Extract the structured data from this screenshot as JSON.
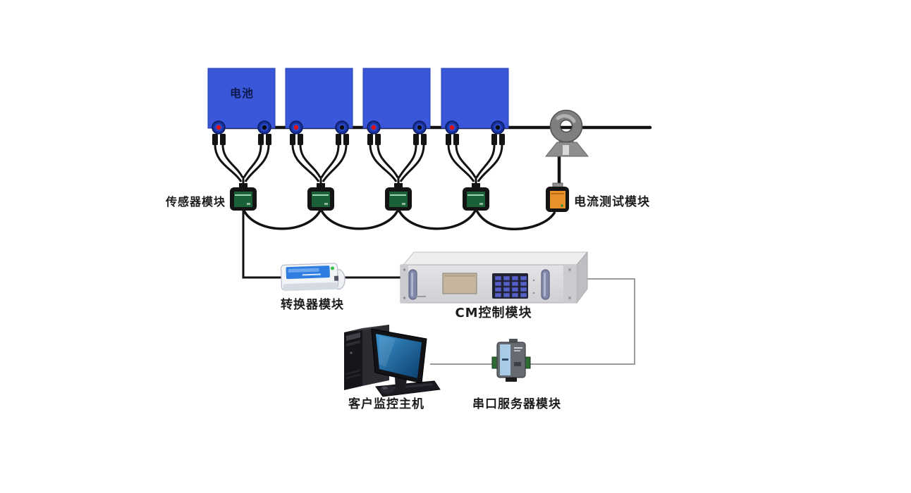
{
  "labels": {
    "battery": "电池",
    "sensor_module": "传感器模块",
    "current_module": "电流测试模块",
    "converter": "转换器模块",
    "cm_control": "CM控制模块",
    "computer": "客户监控主机",
    "serial_server": "串口服务器模块"
  },
  "structure": {
    "battery_count": 4,
    "sensor_module_count": 4,
    "signal_flow": [
      "电池",
      "传感器模块",
      "转换器模块",
      "CM控制模块",
      "串口服务器模块",
      "客户监控主机"
    ],
    "current_branch": [
      "电流测试模块",
      "传感器模块链"
    ],
    "power_bus": "电池串联母线穿过电流互感器"
  },
  "icons": {
    "battery": "blue-square-device",
    "sensor_module": "green-chip-module",
    "current_transformer": "gray-ring-ct",
    "current_module": "orange-chip-module",
    "converter": "white-blue-converter-box",
    "cm_control": "rack-controller-with-lcd-keypad",
    "serial_server": "din-rail-serial-device",
    "computer": "desktop-tower-monitor-keyboard-mouse"
  },
  "colors": {
    "battery_fill": "#3a57d9",
    "sensor_fill": "#1a6038",
    "current_module_fill": "#e8912a",
    "converter_panel": "#2f7de0",
    "serial_panel": "#a8cbe8",
    "wire_black": "#121212",
    "comm_line_gray": "#9b9b9b",
    "rack_gray": "#dcdcde",
    "screen_beige": "#c6b69e"
  }
}
